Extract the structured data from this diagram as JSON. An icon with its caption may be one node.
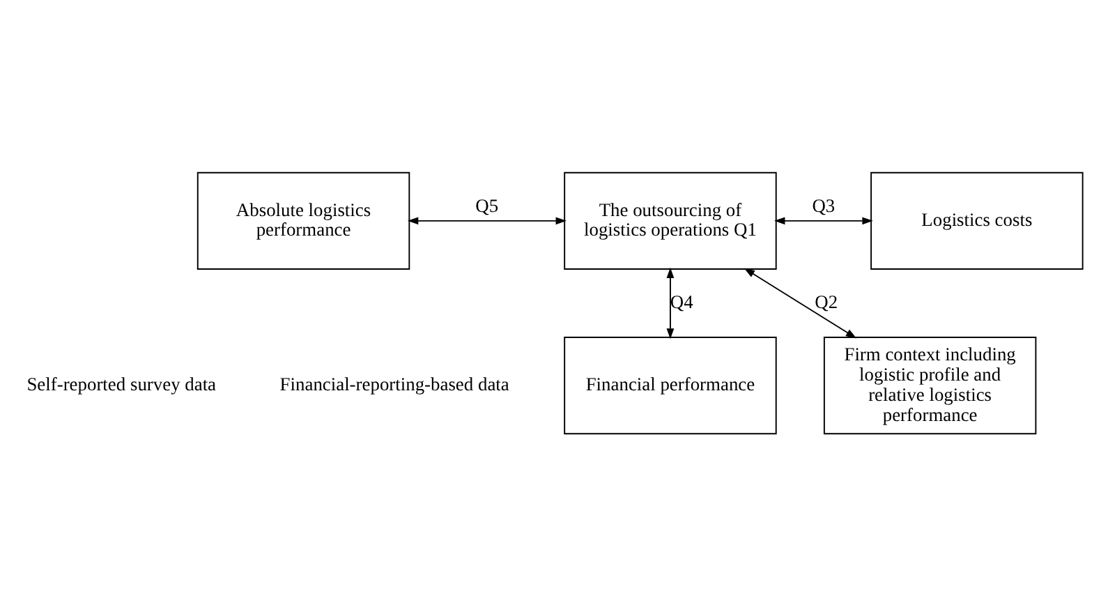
{
  "diagram": {
    "nodes": [
      {
        "text": [
          "Firm context including logistic profile and relative logistics performance"
        ]
      },
      {
        "text": [
          "The outsourcing of logistics operations Q1"
        ]
      },
      {
        "text": [
          "Absolute logistics performance"
        ]
      },
      {
        "text": [
          "Logistics costs"
        ]
      },
      {
        "text": [
          "Financial performance"
        ]
      }
    ],
    "edges": [
      {
        "from": 1,
        "to": 0,
        "arrow": "both",
        "label": "Q2"
      },
      {
        "from": 1,
        "to": 3,
        "arrow": "both",
        "label": "Q3"
      },
      {
        "from": 1,
        "to": 4,
        "arrow": "both",
        "label": "Q4"
      },
      {
        "from": 2,
        "to": 1,
        "arrow": "both",
        "label": "Q5"
      }
    ],
    "labels": [
      "Self-reported survey data",
      "Financial-reporting-based data"
    ]
  }
}
